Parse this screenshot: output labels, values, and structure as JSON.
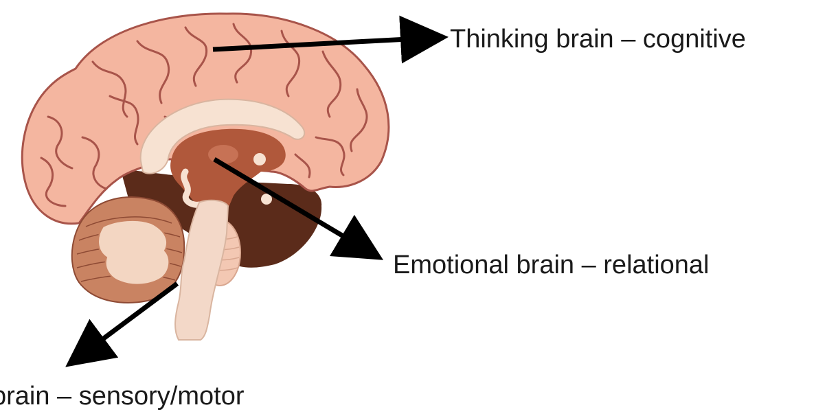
{
  "labels": {
    "thinking": "Thinking brain – cognitive",
    "emotional": "Emotional brain – relational",
    "sensory": "brain – sensory/motor"
  },
  "colors": {
    "cortex": "#f4b6a0",
    "cortex_outline": "#a8544a",
    "deep_tissue": "#5b2b1a",
    "midbrain": "#b0583b",
    "cream": "#f7e2d2",
    "cerebellum": "#c98362",
    "arrow": "#000000"
  }
}
